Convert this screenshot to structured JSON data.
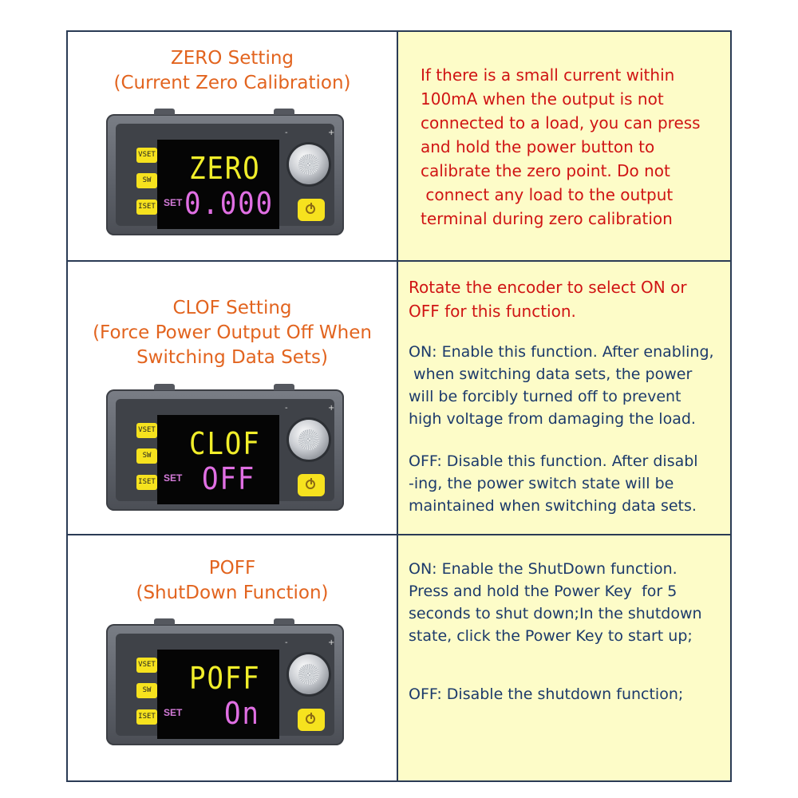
{
  "rows": [
    {
      "title_line1": "ZERO Setting",
      "title_line2": "(Current Zero Calibration)",
      "title_line3": "",
      "device": {
        "key1": "VSET",
        "key2": "SW",
        "key3": "ISET",
        "set_label": "SET",
        "lcd_top": "ZERO",
        "lcd_bottom": "0.000"
      },
      "text_color": "#d01414",
      "lines": [
        "If there is a small current within",
        "100mA when the output is not",
        "connected to a load, you can press",
        "and hold the power button to",
        "calibrate the zero point. Do not",
        " connect any load to the output",
        "terminal during zero calibration"
      ]
    },
    {
      "title_line1": "CLOF Setting",
      "title_line2": "(Force Power Output Off When",
      "title_line3": "Switching Data Sets)",
      "device": {
        "key1": "VSET",
        "key2": "SW",
        "key3": "ISET",
        "set_label": "SET",
        "lcd_top": "CLOF",
        "lcd_bottom": "OFF"
      },
      "intro_color": "#d01414",
      "intro_lines": [
        "Rotate the encoder to select ON or",
        "OFF for this function."
      ],
      "text_color": "#1c3a6b",
      "on_lines": [
        "ON: Enable this function. After enabling,",
        " when switching data sets, the power",
        "will be forcibly turned off to prevent",
        "high voltage from damaging the load."
      ],
      "off_lines": [
        "OFF: Disable this function. After disabl",
        "-ing, the power switch state will be",
        "maintained when switching data sets."
      ]
    },
    {
      "title_line1": "POFF",
      "title_line2": "(ShutDown Function)",
      "title_line3": "",
      "device": {
        "key1": "VSET",
        "key2": "SW",
        "key3": "ISET",
        "set_label": "SET",
        "lcd_top": "POFF",
        "lcd_bottom": "On"
      },
      "text_color": "#1c3a6b",
      "on_lines": [
        "ON: Enable the ShutDown function.",
        "Press and hold the Power Key  for 5",
        "seconds to shut down;In the shutdown",
        "state, click the Power Key to start up;"
      ],
      "off_lines": [
        "OFF: Disable the shutdown function;"
      ]
    }
  ]
}
